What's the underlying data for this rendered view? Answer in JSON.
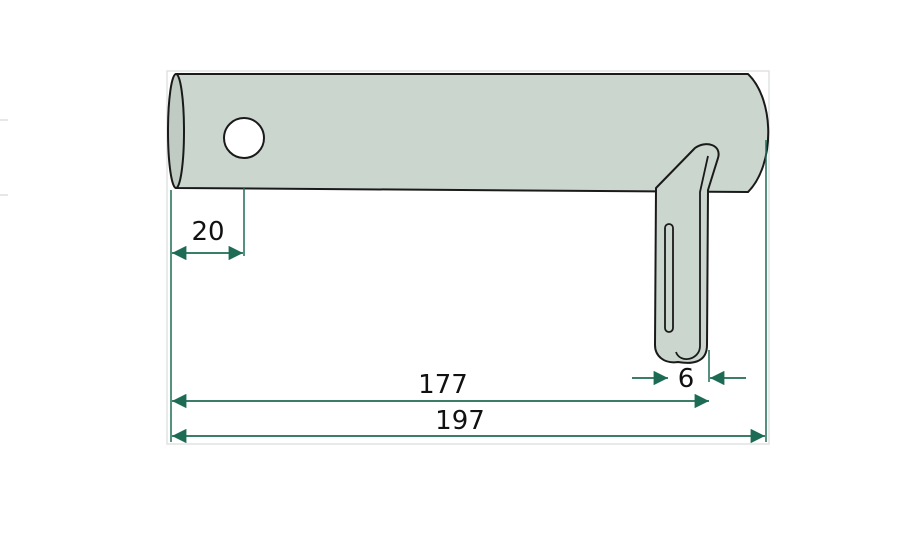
{
  "colors": {
    "part_fill": "#cbd6cf",
    "part_stroke": "#1a1a1a",
    "dimension_line": "#1e6b55",
    "frame": "#dfe3e0"
  },
  "dimensions": {
    "hole_offset": "20",
    "inner_length": "177",
    "overall_length": "197",
    "tab_width": "6"
  }
}
